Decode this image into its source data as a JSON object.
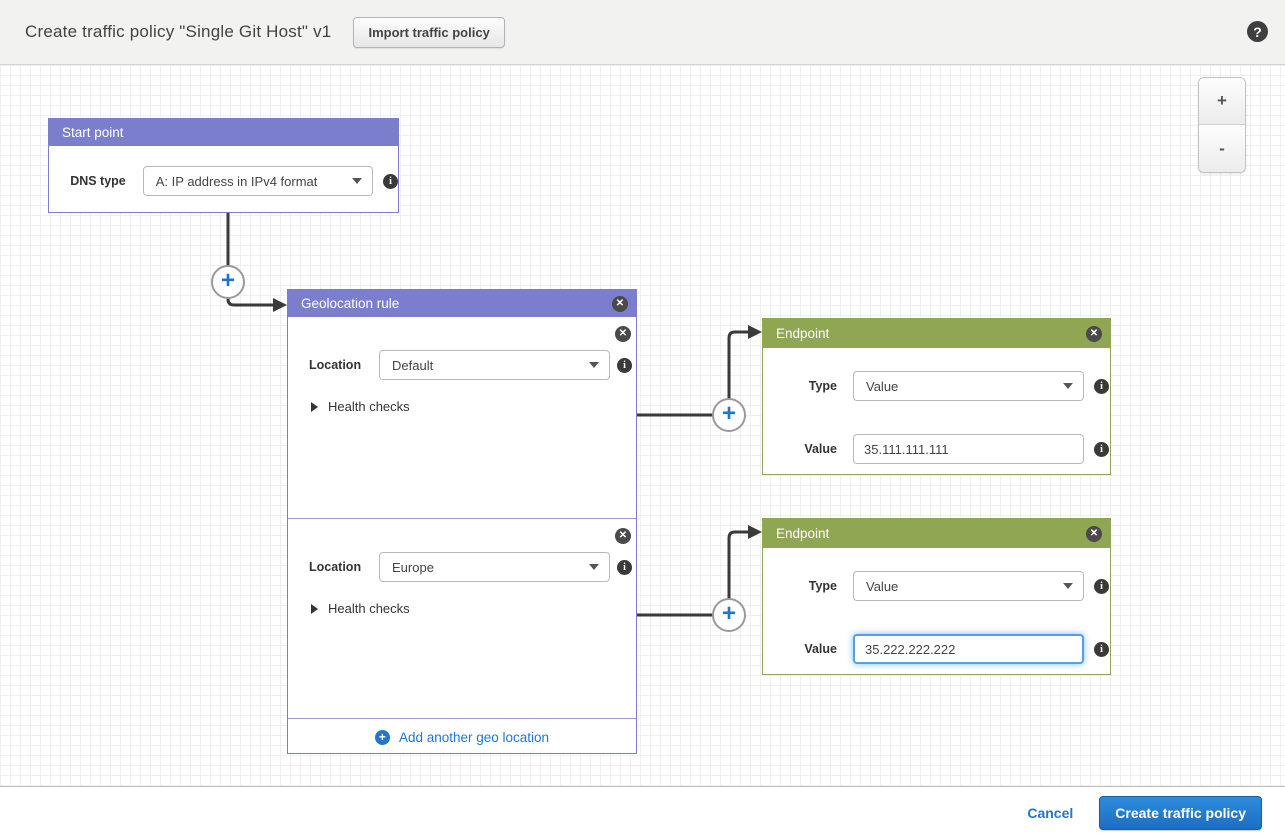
{
  "header": {
    "title": "Create traffic policy \"Single Git Host\" v1",
    "import_button": "Import traffic policy",
    "help_icon": "?"
  },
  "zoom_controls": {
    "zoom_in": "+",
    "zoom_out": "-"
  },
  "start_point": {
    "title": "Start point",
    "dns_type_label": "DNS type",
    "dns_type_value": "A: IP address in IPv4 format"
  },
  "geolocation_rule": {
    "title": "Geolocation rule",
    "location_label": "Location",
    "health_checks_label": "Health checks",
    "rules": [
      {
        "location": "Default"
      },
      {
        "location": "Europe"
      }
    ],
    "add_link": "Add another geo location"
  },
  "endpoints": [
    {
      "title": "Endpoint",
      "type_label": "Type",
      "type_value": "Value",
      "value_label": "Value",
      "value": "35.111.111.111"
    },
    {
      "title": "Endpoint",
      "type_label": "Type",
      "type_value": "Value",
      "value_label": "Value",
      "value": "35.222.222.222"
    }
  ],
  "footer": {
    "cancel": "Cancel",
    "create": "Create traffic policy"
  },
  "icons": {
    "close": "✕",
    "info": "i",
    "plus": "+",
    "add": "+"
  },
  "colors": {
    "rule_header_purple": "#7a7ecd",
    "endpoint_header_green": "#8fa653",
    "connector_gray": "#3a3a3a",
    "accent_blue": "#1f74c8",
    "link_blue": "#2277cc",
    "topbar_gray": "#f2f2f1"
  }
}
